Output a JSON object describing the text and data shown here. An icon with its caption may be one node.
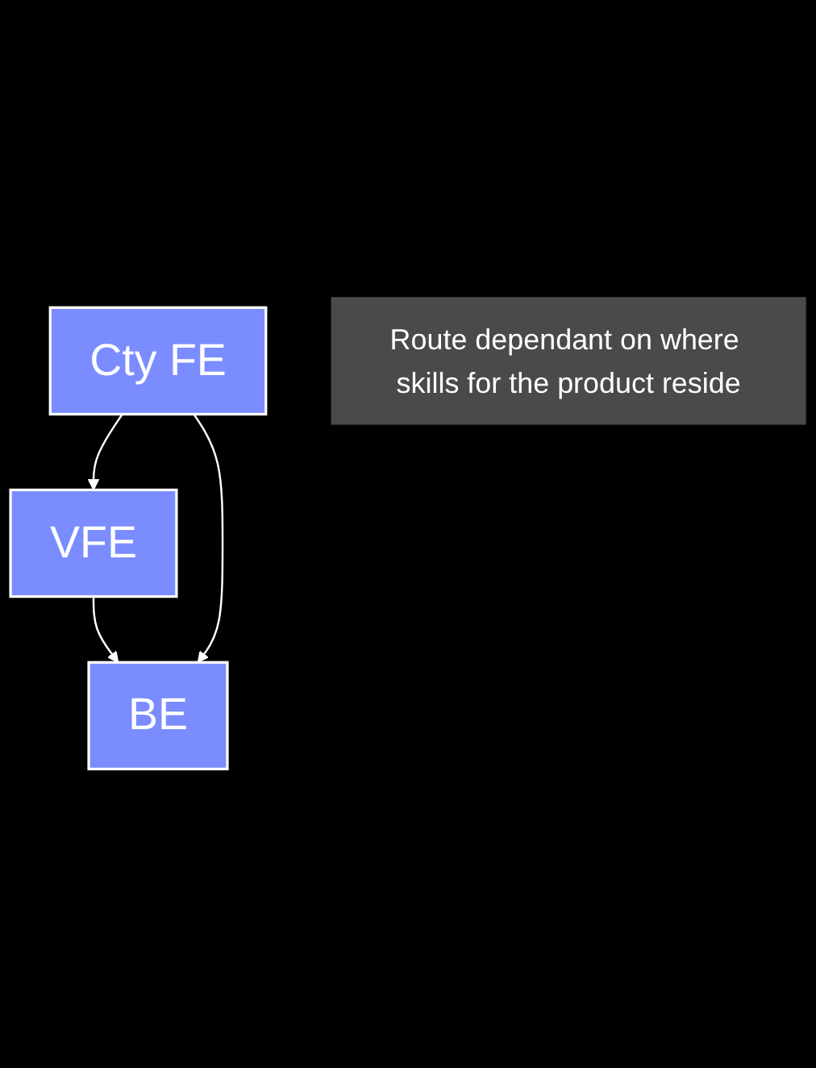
{
  "diagram": {
    "nodes": [
      {
        "text": [
          "Cty FE"
        ]
      },
      {
        "text": [
          "Route dependant on where skills for the product reside"
        ]
      },
      {
        "text": [
          "VFE"
        ]
      },
      {
        "text": [
          "BE"
        ]
      }
    ],
    "edges": [
      {
        "from": 0,
        "to": 2,
        "arrow": "to"
      },
      {
        "from": 2,
        "to": 3,
        "arrow": "to"
      },
      {
        "from": 0,
        "to": 3,
        "arrow": "to"
      }
    ]
  }
}
